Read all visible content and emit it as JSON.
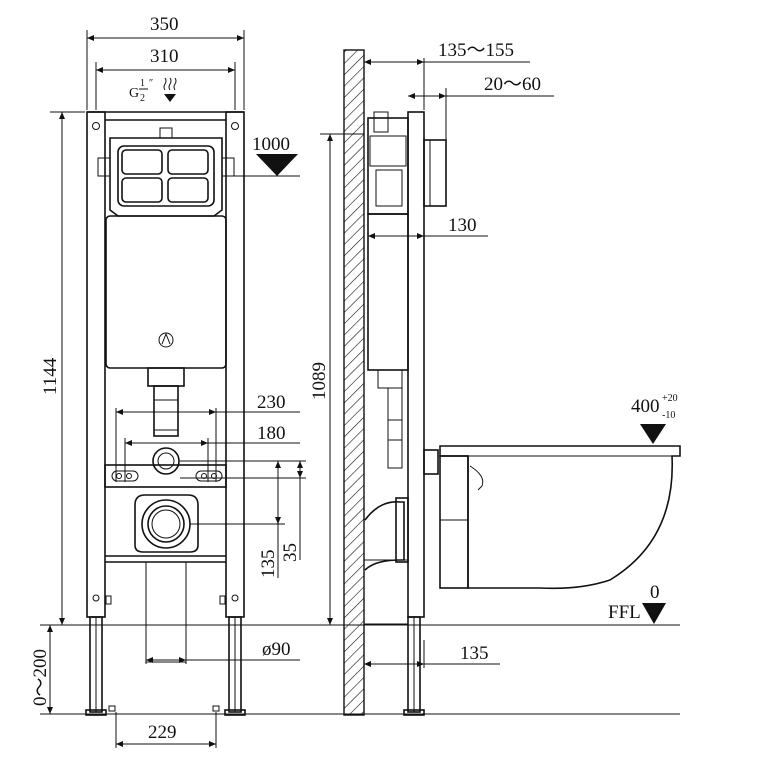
{
  "dims": {
    "d350": "350",
    "d310": "310",
    "g_label": "G",
    "g_num": "1",
    "g_den": "2",
    "g_inch": "″",
    "d1000": "1000",
    "d1144": "1144",
    "d230": "230",
    "d180": "180",
    "d135_front": "135",
    "d35": "35",
    "d90": "ø90",
    "d0200": "0～200",
    "d229": "229",
    "d135_155": "135～155",
    "d20_60": "20～60",
    "d130": "130",
    "d1089": "1089",
    "d400": "400",
    "d400_sup": "+20",
    "d400_sub": "-10",
    "d0": "0",
    "ffl": "FFL",
    "d135_side": "135"
  }
}
